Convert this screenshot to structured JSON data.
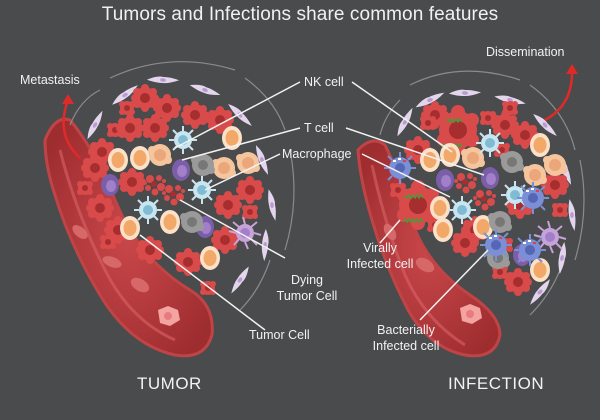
{
  "title": "Tumors and Infections share common features",
  "panels": {
    "tumor": {
      "section_label": "TUMOR",
      "process_label": "Metastasis"
    },
    "infection": {
      "section_label": "INFECTION",
      "process_label": "Dissemination"
    }
  },
  "shared_labels": {
    "nk_cell": "NK cell",
    "t_cell": "T cell",
    "macrophage": "Macrophage"
  },
  "tumor_labels": {
    "dying_tumor_cell_line1": "Dying",
    "dying_tumor_cell_line2": "Tumor Cell",
    "tumor_cell": "Tumor Cell"
  },
  "infection_labels": {
    "virally_infected_line1": "Virally",
    "virally_infected_line2": "Infected cell",
    "bacterially_infected_line1": "Bacterially",
    "bacterially_infected_line2": "Infected cell"
  },
  "colors": {
    "background": "#4a4b4d",
    "text": "#f2f2f2",
    "tumor_cell": "#d94a4a",
    "tumor_nucleus": "#a62e2e",
    "t_cell": "#f7c9a3",
    "t_cell_nucleus": "#f0a868",
    "nk_cell": "#f2b48a",
    "macrophage": "#b8dbe8",
    "macrophage_nucleus": "#7fbcd4",
    "b_cell": "#7b5ea8",
    "dendritic": "#c7a3d9",
    "bacterial_infected": "#7a8fd6",
    "fibroblast": "#e2d5ec",
    "blood_vessel": "#b43a3c",
    "arrow": "#e02a2a",
    "virus": "#4a9a3a"
  }
}
